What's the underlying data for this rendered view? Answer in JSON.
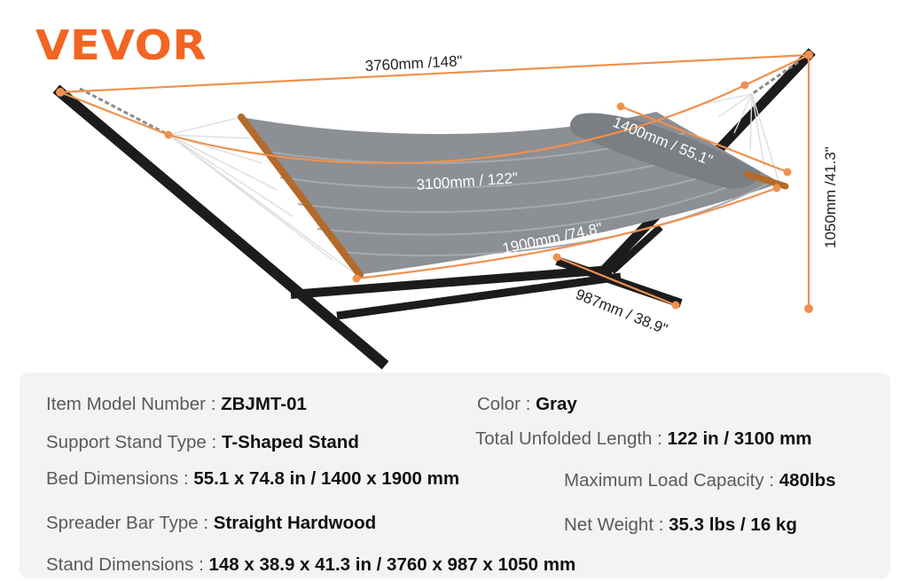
{
  "brand": {
    "logo_text": "VEVOR"
  },
  "colors": {
    "brand_orange": "#f26522",
    "dimension_line": "#f0904f",
    "frame": "#1c1c1c",
    "hammock_gray": "#8c8f94",
    "spreader_wood": "#b36a2a",
    "panel_bg": "#f3f3f3"
  },
  "dimensions": {
    "overall_length": "3760mm /148\"",
    "bed_length": "3100mm / 122\"",
    "bed_width": "1400mm / 55.1\"",
    "hammock_length": "1900mm /74.8\"",
    "stand_width": "987mm / 38.9\"",
    "stand_height": "1050mm /41.3\""
  },
  "specs": {
    "model_number": {
      "key": "Item Model Number",
      "value": "ZBJMT-01"
    },
    "color": {
      "key": "Color",
      "value": "Gray"
    },
    "stand_type": {
      "key": "Support Stand Type",
      "value": "T-Shaped Stand"
    },
    "unfolded_length": {
      "key": "Total Unfolded Length",
      "value": "122 in / 3100 mm"
    },
    "bed_dimensions": {
      "key": "Bed Dimensions",
      "value": "55.1 x 74.8 in / 1400 x 1900 mm"
    },
    "load_capacity": {
      "key": "Maximum Load Capacity",
      "value": "480lbs"
    },
    "spreader_bar": {
      "key": "Spreader Bar Type",
      "value": "Straight Hardwood"
    },
    "net_weight": {
      "key": "Net Weight",
      "value": "35.3 lbs / 16 kg"
    },
    "stand_dimensions": {
      "key": "Stand Dimensions",
      "value": "148 x 38.9 x 41.3 in / 3760 x 987 x 1050 mm"
    }
  }
}
